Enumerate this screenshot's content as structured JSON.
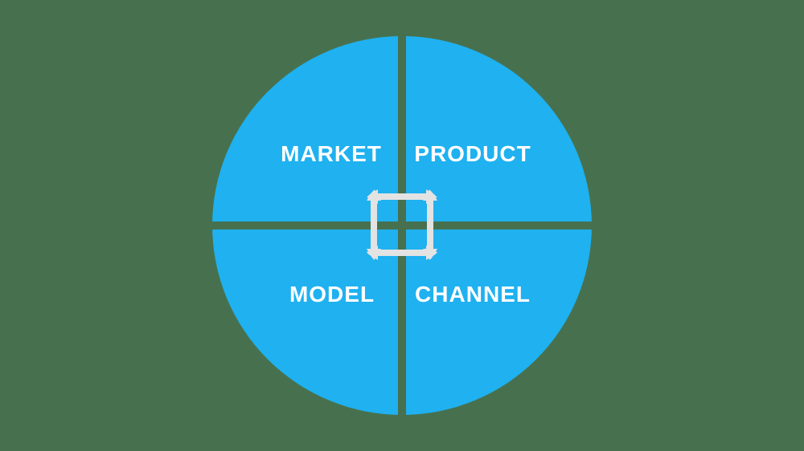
{
  "diagram": {
    "type": "quadrant-cycle",
    "quadrants": [
      {
        "position": "top-left",
        "label": "MARKET"
      },
      {
        "position": "top-right",
        "label": "PRODUCT"
      },
      {
        "position": "bottom-left",
        "label": "MODEL"
      },
      {
        "position": "bottom-right",
        "label": "CHANNEL"
      }
    ],
    "center_icon": "cycle-double-arrows-icon",
    "colors": {
      "background": "#47714E",
      "circle": "#1FB1F0",
      "arrow": "#E3E3E3",
      "label_text": "#FFFFFF"
    }
  }
}
